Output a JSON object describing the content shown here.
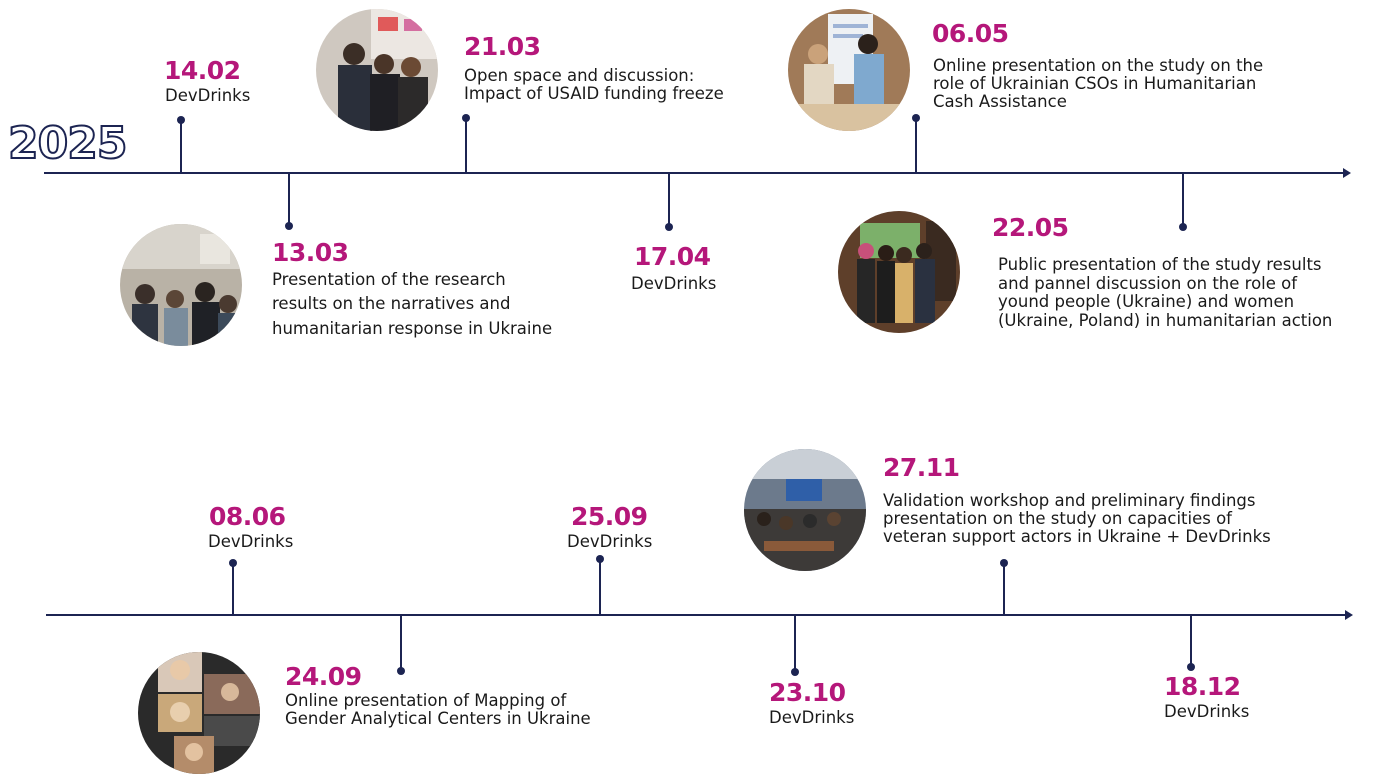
{
  "year": "2025",
  "events": [
    {
      "date": "14.02",
      "text": "DevDrinks"
    },
    {
      "date": "13.03",
      "text": "Presentation of the research\nresults on the narratives and\nhumanitarian response in Ukraine"
    },
    {
      "date": "21.03",
      "text": "Open space and discussion:\nImpact of USAID funding freeze"
    },
    {
      "date": "17.04",
      "text": "DevDrinks"
    },
    {
      "date": "06.05",
      "text": "Online presentation on the study on the\nrole  of Ukrainian CSOs in Humanitarian\nCash Assistance"
    },
    {
      "date": "22.05",
      "text": "Public presentation of the study results\nand pannel discussion on the role of\nyound people (Ukraine) and women\n(Ukraine, Poland) in humanitarian action"
    },
    {
      "date": "08.06",
      "text": "DevDrinks"
    },
    {
      "date": "24.09",
      "text": "Online presentation of Mapping of\nGender Analytical Centers in Ukraine"
    },
    {
      "date": "25.09",
      "text": "DevDrinks"
    },
    {
      "date": "23.10",
      "text": "DevDrinks"
    },
    {
      "date": "27.11",
      "text": "Validation workshop and preliminary findings\npresentation on the study on capacities of\nveteran support actors in Ukraine + DevDrinks"
    },
    {
      "date": "18.12",
      "text": "DevDrinks"
    }
  ],
  "colors": {
    "accent": "#b5177a",
    "line": "#1c2452"
  }
}
